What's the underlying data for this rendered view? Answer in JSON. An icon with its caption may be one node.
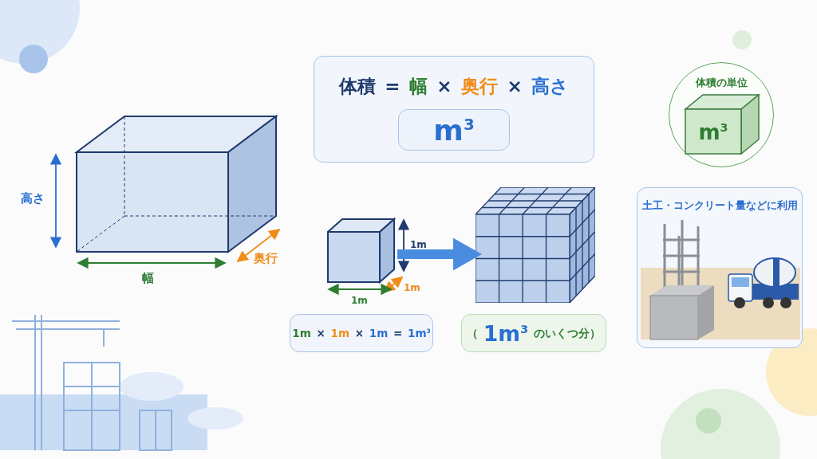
{
  "diagram": {
    "nodes": [
      {
        "text": [
          "体積 = 幅 × 奥行 × 高さ"
        ]
      },
      {
        "text": [
          "m$^{3}$"
        ],
        "in": 0
      },
      {
        "text": [
          "体積の単位"
        ]
      },
      {
        "text": [
          "m$^{3}$"
        ],
        "in": 2
      },
      {
        "text": [
          "土工・コンクリート量などに利用"
        ]
      },
      {
        "text": [],
        "shape": "box"
      },
      {
        "text": [],
        "shape": "box"
      },
      {
        "text": [
          "1m × 1m × 1m = 1m$^{3}$"
        ]
      },
      {
        "text": [
          "（ 1m$^{3}$ のいくつ分）"
        ]
      }
    ],
    "edges": [
      {
        "from": 5,
        "to": 6,
        "arrow": "to"
      }
    ],
    "labels": [
      "高さ",
      "奥行",
      "幅",
      "1m",
      "1m",
      "1m"
    ]
  }
}
